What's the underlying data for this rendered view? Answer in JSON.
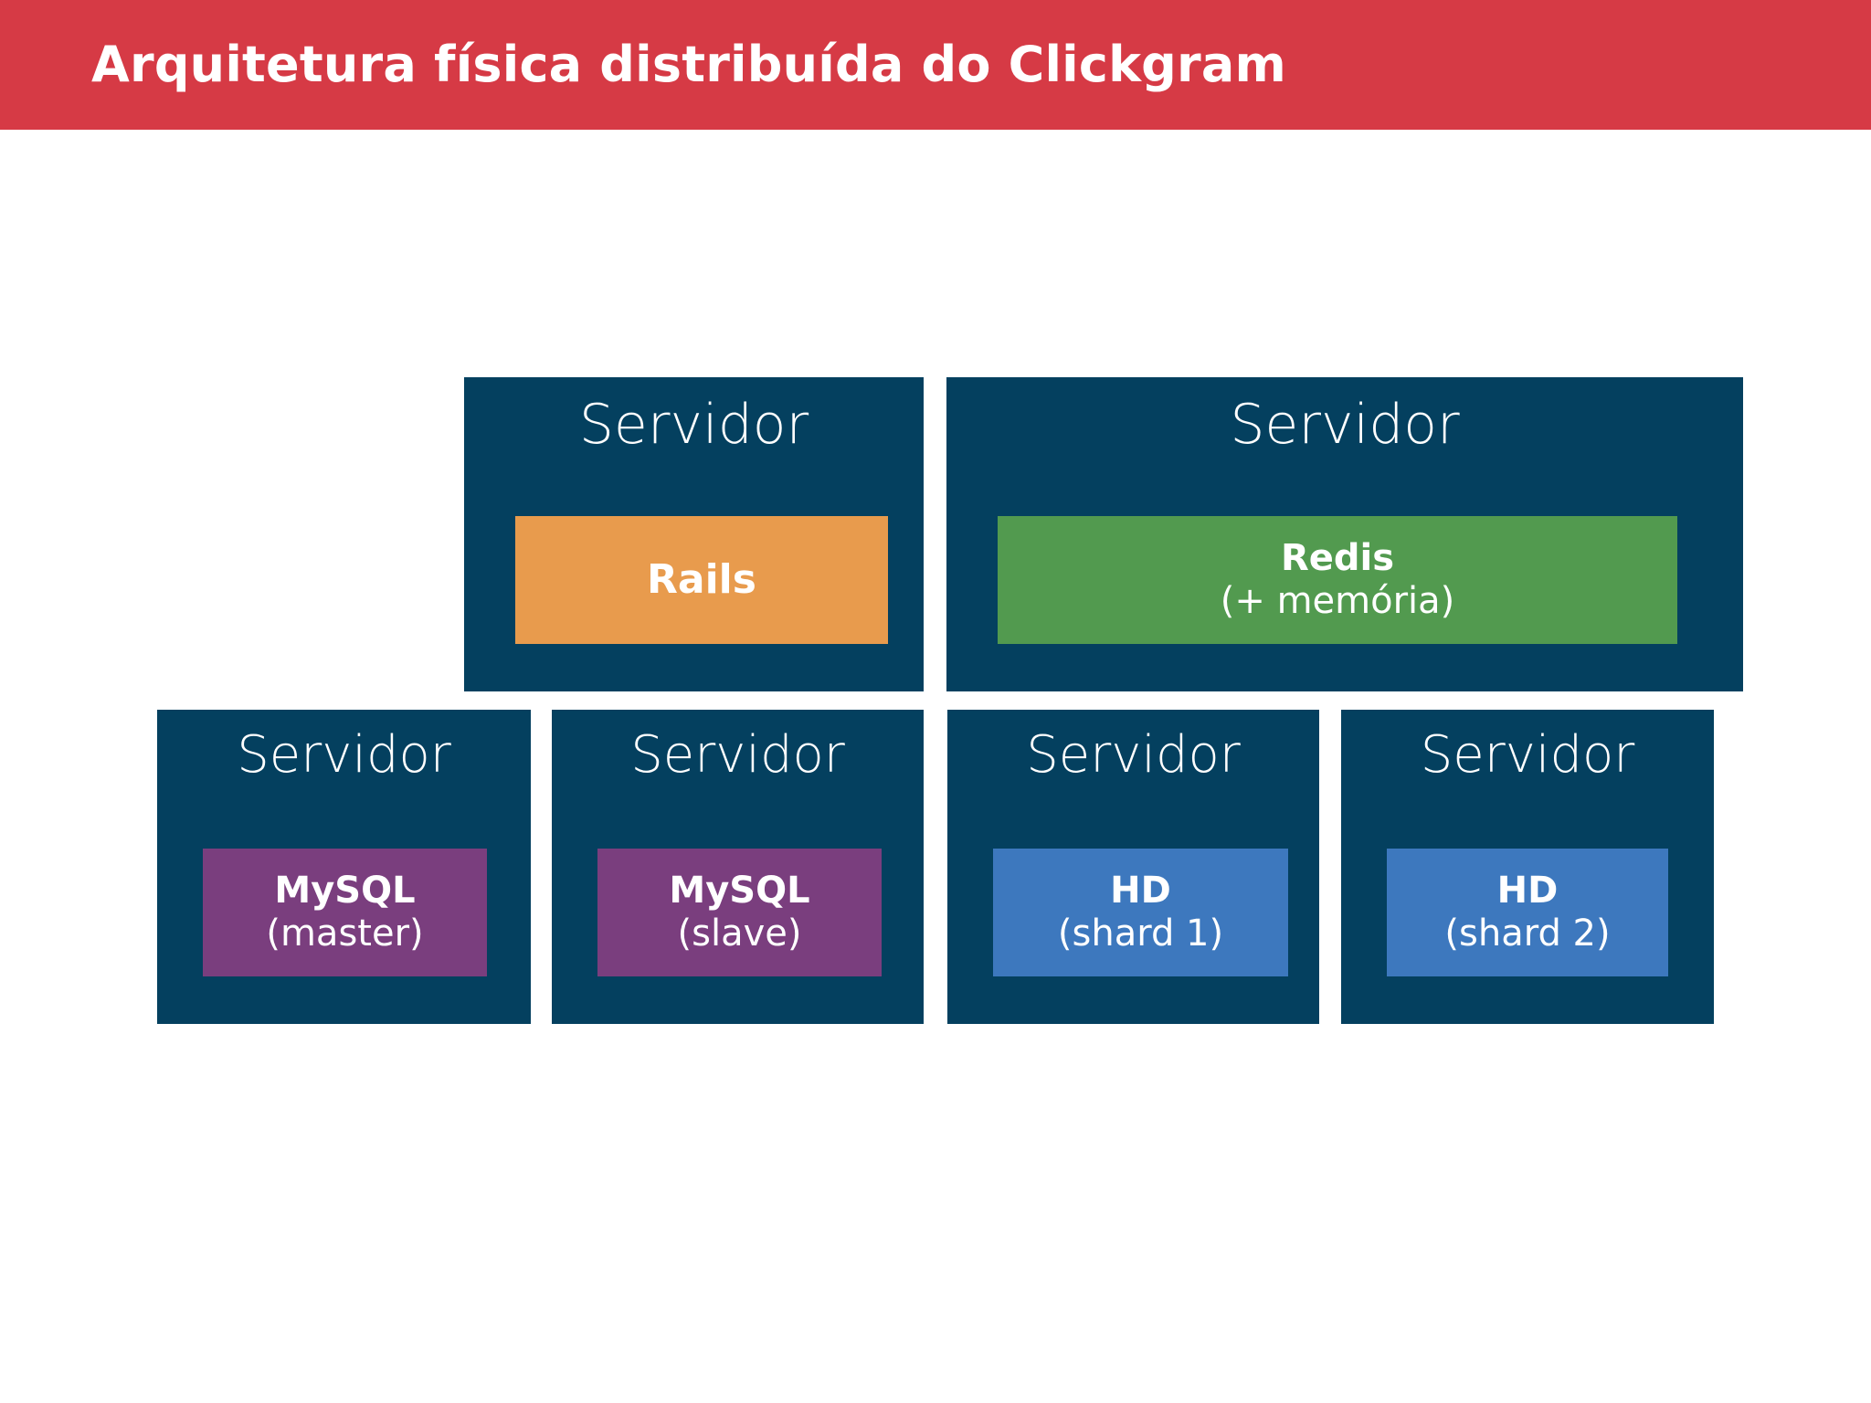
{
  "header": {
    "title": "Arquitetura física distribuída do Clickgram",
    "background_color": "#d63a45",
    "text_color": "#ffffff"
  },
  "palette": {
    "server_navy": "#04405f",
    "rails_orange": "#e89b4d",
    "redis_green": "#529a4f",
    "mysql_purple": "#7a3e7e",
    "hd_blue": "#3d78be",
    "canvas": "#ffffff"
  },
  "diagram": {
    "type": "architecture-block-diagram",
    "rows": [
      {
        "name": "top-row",
        "servers": [
          {
            "id": "rails",
            "server_label": "Servidor",
            "component_name": "Rails",
            "component_sub": "",
            "component_color": "#e89b4d"
          },
          {
            "id": "redis",
            "server_label": "Servidor",
            "component_name": "Redis",
            "component_sub": "(+ memória)",
            "component_color": "#529a4f"
          }
        ]
      },
      {
        "name": "bottom-row",
        "servers": [
          {
            "id": "mysql-master",
            "server_label": "Servidor",
            "component_name": "MySQL",
            "component_sub": "(master)",
            "component_color": "#7a3e7e"
          },
          {
            "id": "mysql-slave",
            "server_label": "Servidor",
            "component_name": "MySQL",
            "component_sub": "(slave)",
            "component_color": "#7a3e7e"
          },
          {
            "id": "hd-shard-1",
            "server_label": "Servidor",
            "component_name": "HD",
            "component_sub": "(shard 1)",
            "component_color": "#3d78be"
          },
          {
            "id": "hd-shard-2",
            "server_label": "Servidor",
            "component_name": "HD",
            "component_sub": "(shard 2)",
            "component_color": "#3d78be"
          }
        ]
      }
    ]
  }
}
